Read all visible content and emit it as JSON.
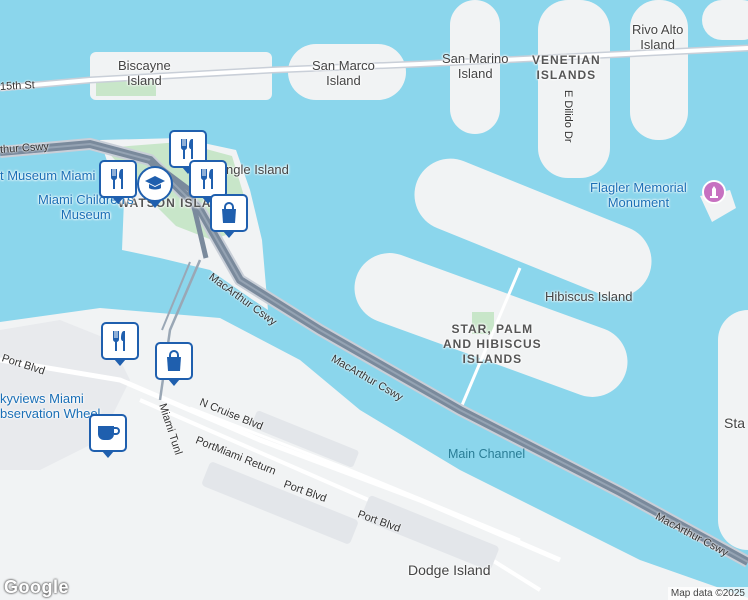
{
  "colors": {
    "water": "#8bd6ec",
    "land": "#f1f3f4",
    "road": "#7a8a9c",
    "road_outline": "#c9cfd8",
    "park": "#c8e6c9",
    "poi_border": "#1f5fae",
    "poi_label": "#1a6fb6"
  },
  "labels": {
    "biscayne_island": "Biscayne\nIsland",
    "san_marco_island": "San Marco\nIsland",
    "san_marino_island": "San Marino\nIsland",
    "venetian_islands": "VENETIAN\nISLANDS",
    "rivo_alto_island": "Rivo Alto\nIsland",
    "hibiscus_island": "Hibiscus Island",
    "star_palm_hibiscus": "STAR, PALM\nAND HIBISCUS\nISLANDS",
    "watson_island": "WATSON ISLAND",
    "jungle_island": "ngle Island",
    "dodge_island": "Dodge Island",
    "main_channel": "Main Channel",
    "star_partial": "Sta"
  },
  "pois": {
    "flagler_memorial": "Flagler Memorial\nMonument",
    "childrens_museum": "Miami Children's\nMuseum",
    "art_museum": "t Museum Miami",
    "skyviews": "kyviews Miami\nbservation Wheel"
  },
  "roads": {
    "macarthur_1": "MacArthur Cswy",
    "macarthur_2": "MacArthur Cswy",
    "macarthur_3": "MacArthur Cswy",
    "macarthur_left": "thur Cswy",
    "fifteenth_st": "15th St",
    "e_dilido": "E Dilido Dr",
    "port_blvd_1": "Port Blvd",
    "port_blvd_2": "Port Blvd",
    "port_blvd_3": "Port Blvd",
    "n_cruise": "N Cruise Blvd",
    "miami_tunl": "Miami Tunl",
    "portmiami_return": "PortMiami Return"
  },
  "icons": [
    "restaurant-icon",
    "restaurant-icon",
    "restaurant-icon",
    "school-icon",
    "shopping-icon",
    "shopping-icon",
    "cafe-icon",
    "monument-icon"
  ],
  "branding": {
    "logo": "Google",
    "attribution": "Map data ©2025"
  }
}
